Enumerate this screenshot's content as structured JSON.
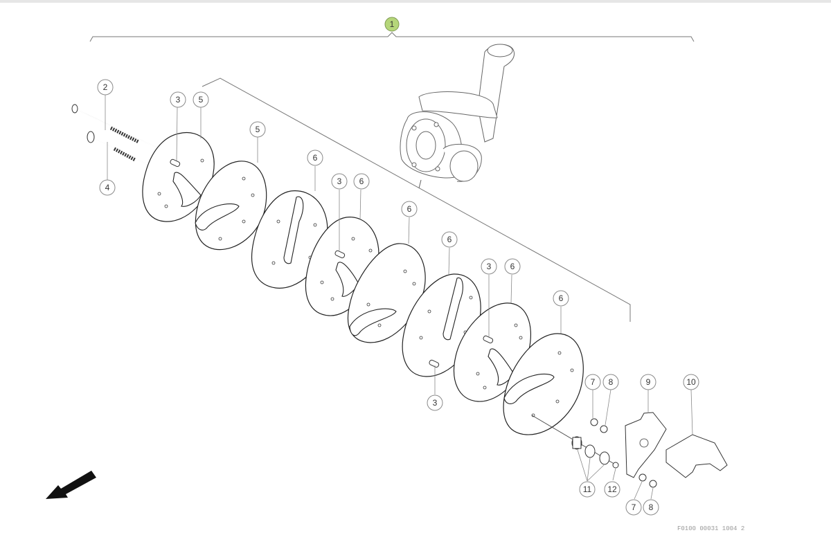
{
  "diagram": {
    "main_callout": "1",
    "callouts": [
      {
        "id": "c2",
        "label": "2"
      },
      {
        "id": "c3a",
        "label": "3"
      },
      {
        "id": "c5a",
        "label": "5"
      },
      {
        "id": "c4",
        "label": "4"
      },
      {
        "id": "c5b",
        "label": "5"
      },
      {
        "id": "c6a",
        "label": "6"
      },
      {
        "id": "c3b",
        "label": "3"
      },
      {
        "id": "c6b",
        "label": "6"
      },
      {
        "id": "c6c",
        "label": "6"
      },
      {
        "id": "c6d",
        "label": "6"
      },
      {
        "id": "c3c",
        "label": "3"
      },
      {
        "id": "c6e",
        "label": "6"
      },
      {
        "id": "c6f",
        "label": "6"
      },
      {
        "id": "c3d",
        "label": "3"
      },
      {
        "id": "c7a",
        "label": "7"
      },
      {
        "id": "c8a",
        "label": "8"
      },
      {
        "id": "c9",
        "label": "9"
      },
      {
        "id": "c10",
        "label": "10"
      },
      {
        "id": "c11",
        "label": "11"
      },
      {
        "id": "c12",
        "label": "12"
      },
      {
        "id": "c7b",
        "label": "7"
      },
      {
        "id": "c8b",
        "label": "8"
      }
    ],
    "footer_code": "F0100 00031 1004 2",
    "direction_arrow": "arrow-icon"
  }
}
